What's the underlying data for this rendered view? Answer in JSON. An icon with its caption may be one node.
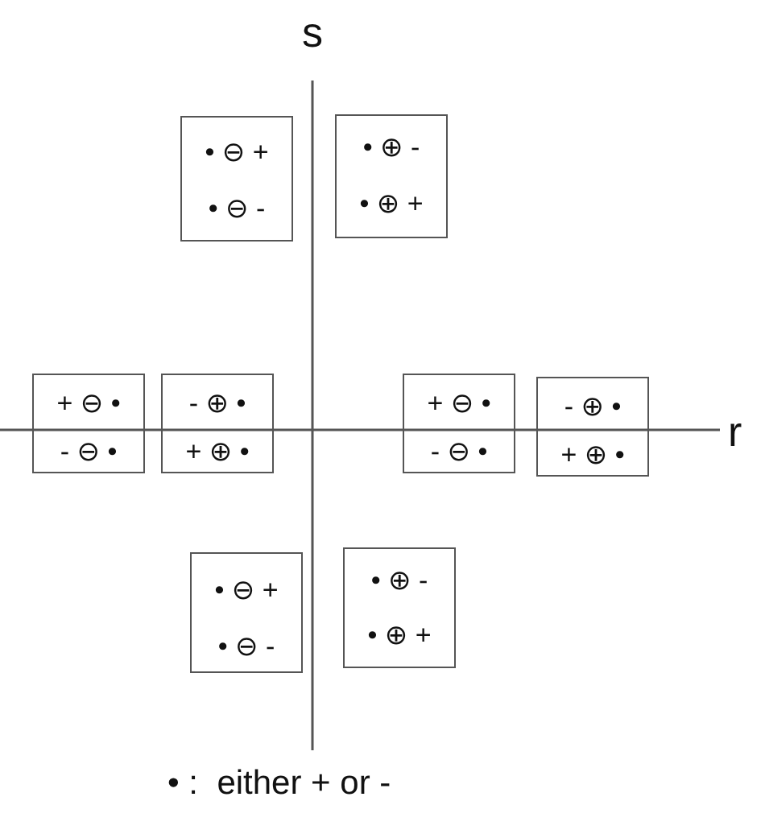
{
  "diagram": {
    "nodes": [
      {
        "text": [
          "• ⊖ +",
          "• ⊖ -"
        ]
      },
      {
        "text": [
          "• ⊕ -",
          "• ⊕ +"
        ]
      },
      {
        "text": [
          "+ ⊖ •",
          "- ⊖ •"
        ]
      },
      {
        "text": [
          "- ⊕ •",
          "+ ⊕ •"
        ]
      },
      {
        "text": [
          "+ ⊖ •",
          "- ⊖ •"
        ]
      },
      {
        "text": [
          "- ⊕ •",
          "+ ⊕ •"
        ]
      },
      {
        "text": [
          "• ⊖ +",
          "• ⊖ -"
        ]
      },
      {
        "text": [
          "• ⊕ -",
          "• ⊕ +"
        ]
      }
    ],
    "labels": [
      "s",
      "r",
      "• :  either + or -"
    ]
  }
}
